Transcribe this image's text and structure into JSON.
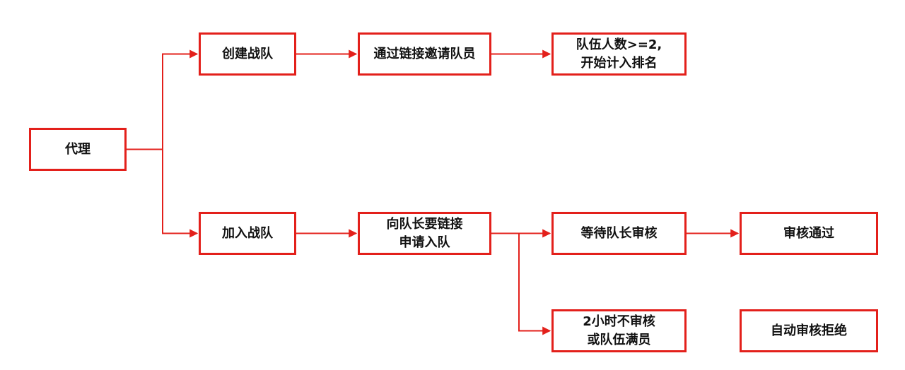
{
  "diagram": {
    "colors": {
      "stroke": "#e3201b",
      "text": "#111111",
      "background": "#ffffff"
    },
    "nodes": {
      "agent": "代理",
      "create_team": "创建战队",
      "invite_via_link": "通过链接邀请队员",
      "team_size_rank": "队伍人数>=2,\n开始计入排名",
      "join_team": "加入战队",
      "request_link": "向队长要链接\n申请入队",
      "wait_review": "等待队长审核",
      "approved": "审核通过",
      "timeout_or_full": "2小时不审核\n或队伍满员",
      "auto_reject": "自动审核拒绝"
    },
    "edges": [
      {
        "from": "agent",
        "to": "create_team"
      },
      {
        "from": "agent",
        "to": "join_team"
      },
      {
        "from": "create_team",
        "to": "invite_via_link"
      },
      {
        "from": "invite_via_link",
        "to": "team_size_rank"
      },
      {
        "from": "join_team",
        "to": "request_link"
      },
      {
        "from": "request_link",
        "to": "wait_review"
      },
      {
        "from": "request_link",
        "to": "timeout_or_full"
      },
      {
        "from": "wait_review",
        "to": "approved"
      }
    ]
  }
}
